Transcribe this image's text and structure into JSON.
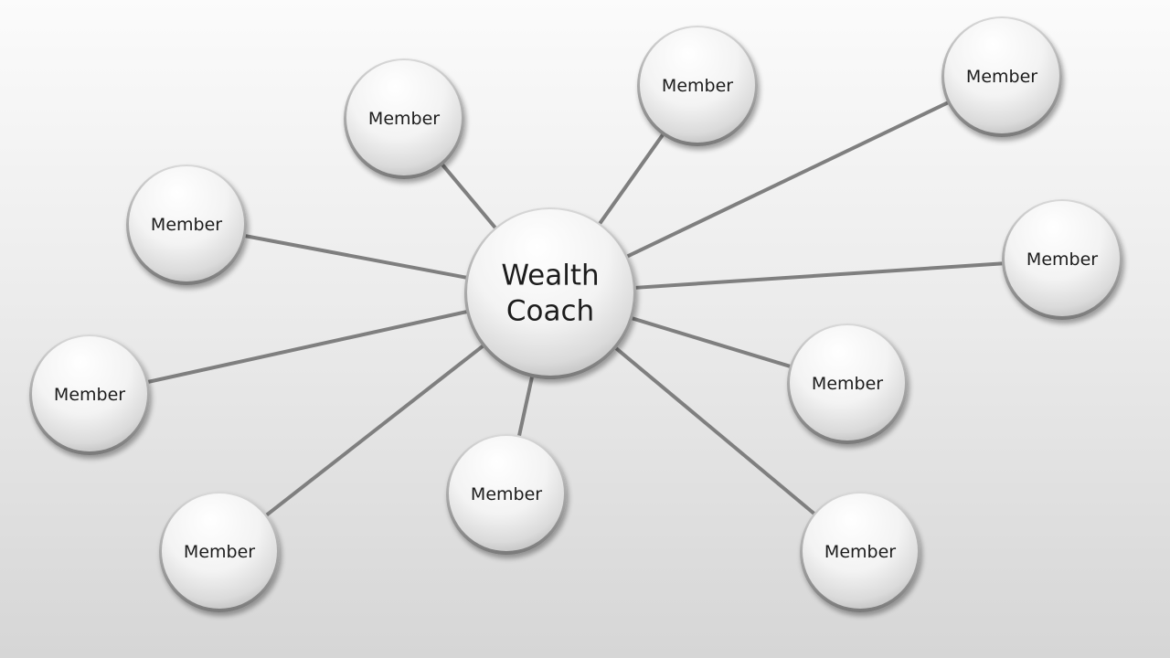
{
  "center": {
    "lines": [
      "Wealth",
      "Coach"
    ]
  },
  "members": [
    {
      "label": "Member"
    },
    {
      "label": "Member"
    },
    {
      "label": "Member"
    },
    {
      "label": "Member"
    },
    {
      "label": "Member"
    },
    {
      "label": "Member"
    },
    {
      "label": "Member"
    },
    {
      "label": "Member"
    },
    {
      "label": "Member"
    },
    {
      "label": "Member"
    }
  ],
  "colors": {
    "connector": "#7f7f7f",
    "bubble_highlight": "#ffffff",
    "bubble_shade": "#cfcfcf",
    "bubble_edge": "#9a9a9a",
    "text": "#1a1a1a"
  }
}
